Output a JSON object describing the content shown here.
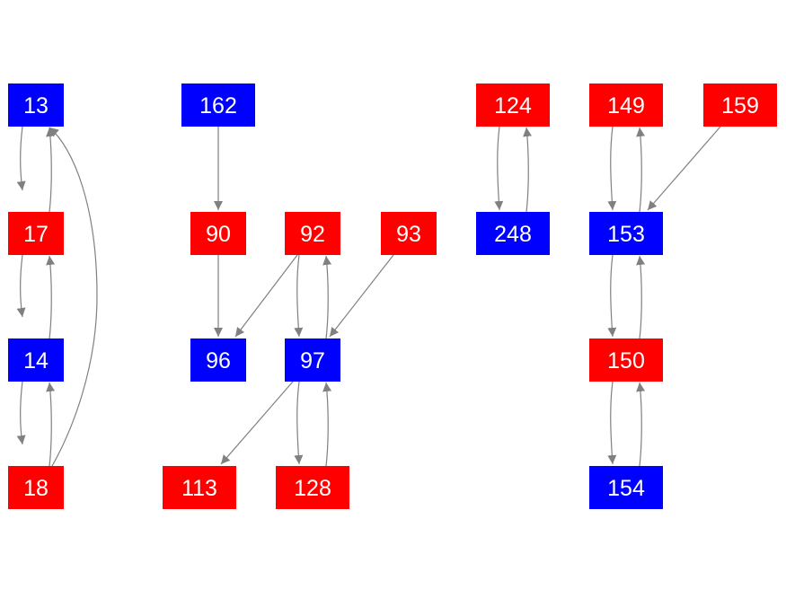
{
  "colors": {
    "red": "#ff0000",
    "blue": "#0000ff",
    "edge": "#808080",
    "label": "#ffffff",
    "background": "#ffffff"
  },
  "nodes": [
    {
      "id": "n13",
      "label": "13",
      "color": "blue"
    },
    {
      "id": "n17",
      "label": "17",
      "color": "red"
    },
    {
      "id": "n14",
      "label": "14",
      "color": "blue"
    },
    {
      "id": "n18",
      "label": "18",
      "color": "red"
    },
    {
      "id": "n162",
      "label": "162",
      "color": "blue"
    },
    {
      "id": "n90",
      "label": "90",
      "color": "red"
    },
    {
      "id": "n92",
      "label": "92",
      "color": "red"
    },
    {
      "id": "n93",
      "label": "93",
      "color": "red"
    },
    {
      "id": "n96",
      "label": "96",
      "color": "blue"
    },
    {
      "id": "n97",
      "label": "97",
      "color": "blue"
    },
    {
      "id": "n113",
      "label": "113",
      "color": "red"
    },
    {
      "id": "n128",
      "label": "128",
      "color": "red"
    },
    {
      "id": "n124",
      "label": "124",
      "color": "red"
    },
    {
      "id": "n248",
      "label": "248",
      "color": "blue"
    },
    {
      "id": "n149",
      "label": "149",
      "color": "red"
    },
    {
      "id": "n159",
      "label": "159",
      "color": "red"
    },
    {
      "id": "n153",
      "label": "153",
      "color": "blue"
    },
    {
      "id": "n150",
      "label": "150",
      "color": "red"
    },
    {
      "id": "n154",
      "label": "154",
      "color": "blue"
    }
  ],
  "edges": [
    {
      "from": "n13",
      "to": "n17"
    },
    {
      "from": "n17",
      "to": "n13"
    },
    {
      "from": "n17",
      "to": "n14"
    },
    {
      "from": "n14",
      "to": "n17"
    },
    {
      "from": "n14",
      "to": "n18"
    },
    {
      "from": "n18",
      "to": "n14"
    },
    {
      "from": "n18",
      "to": "n13"
    },
    {
      "from": "n162",
      "to": "n90"
    },
    {
      "from": "n90",
      "to": "n96"
    },
    {
      "from": "n92",
      "to": "n96"
    },
    {
      "from": "n92",
      "to": "n97"
    },
    {
      "from": "n97",
      "to": "n92"
    },
    {
      "from": "n93",
      "to": "n97"
    },
    {
      "from": "n97",
      "to": "n113"
    },
    {
      "from": "n97",
      "to": "n128"
    },
    {
      "from": "n128",
      "to": "n97"
    },
    {
      "from": "n124",
      "to": "n248"
    },
    {
      "from": "n248",
      "to": "n124"
    },
    {
      "from": "n149",
      "to": "n153"
    },
    {
      "from": "n153",
      "to": "n149"
    },
    {
      "from": "n159",
      "to": "n153"
    },
    {
      "from": "n153",
      "to": "n150"
    },
    {
      "from": "n150",
      "to": "n153"
    },
    {
      "from": "n150",
      "to": "n154"
    },
    {
      "from": "n154",
      "to": "n150"
    }
  ]
}
